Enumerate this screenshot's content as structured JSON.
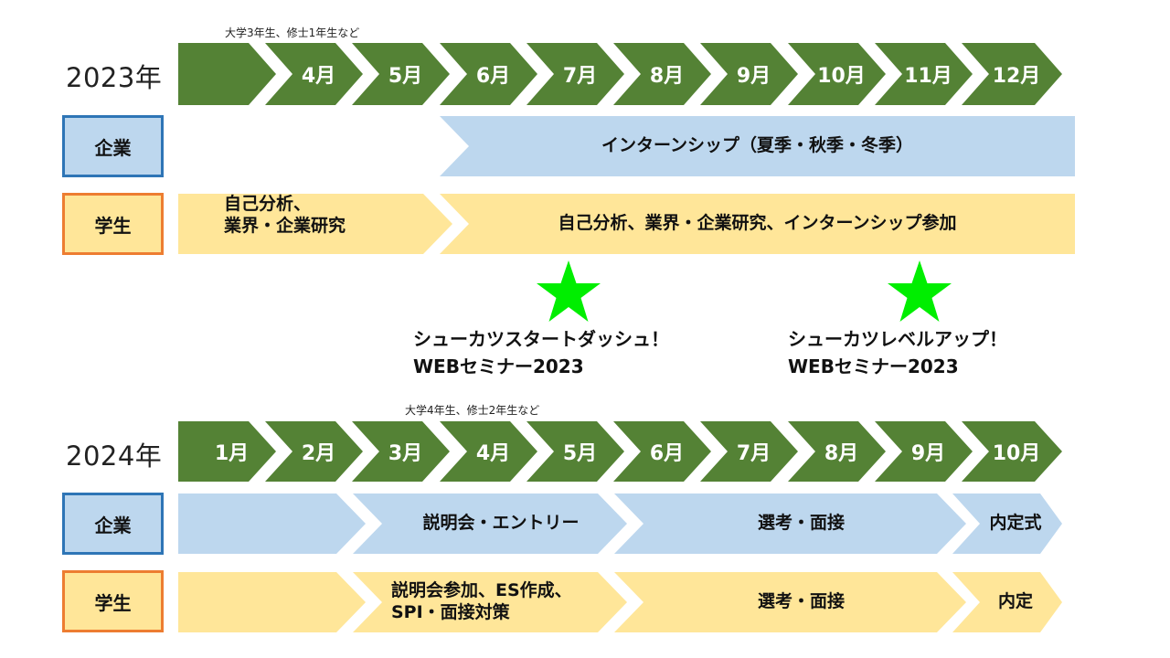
{
  "section2023": {
    "note": "大学3年生、修士1年生など",
    "year": "2023年",
    "months": [
      "",
      "4月",
      "5月",
      "6月",
      "7月",
      "8月",
      "9月",
      "10月",
      "11月",
      "12月"
    ],
    "corp_label": "企業",
    "student_label": "学生",
    "corp_band": "インターンシップ（夏季・秋季・冬季）",
    "student_band1": [
      "自己分析、",
      "業界・企業研究"
    ],
    "student_band2": "自己分析、業界・企業研究、インターンシップ参加"
  },
  "events": [
    {
      "line1": "シューカツスタートダッシュ！",
      "line2": "WEBセミナー2023",
      "star": "star-icon"
    },
    {
      "line1": "シューカツレベルアップ！",
      "line2": "WEBセミナー2023",
      "star": "star-icon"
    }
  ],
  "section2024": {
    "note": "大学4年生、修士2年生など",
    "year": "2024年",
    "months": [
      "1月",
      "2月",
      "3月",
      "4月",
      "5月",
      "6月",
      "7月",
      "8月",
      "9月",
      "10月"
    ],
    "corp_label": "企業",
    "student_label": "学生",
    "corp_bands": [
      "",
      "説明会・エントリー",
      "選考・面接",
      "内定式"
    ],
    "student_bands": [
      [
        "",
        ""
      ],
      [
        "説明会参加、ES作成、",
        "SPI・面接対策"
      ],
      [
        "選考・面接",
        ""
      ],
      [
        "内定",
        ""
      ]
    ]
  },
  "colors": {
    "month_green": "#548235",
    "corp_blue": "#bdd7ee",
    "corp_border": "#2e75b6",
    "student_yellow": "#ffe699",
    "student_border": "#ed7d31",
    "star_green": "#00ee00"
  }
}
